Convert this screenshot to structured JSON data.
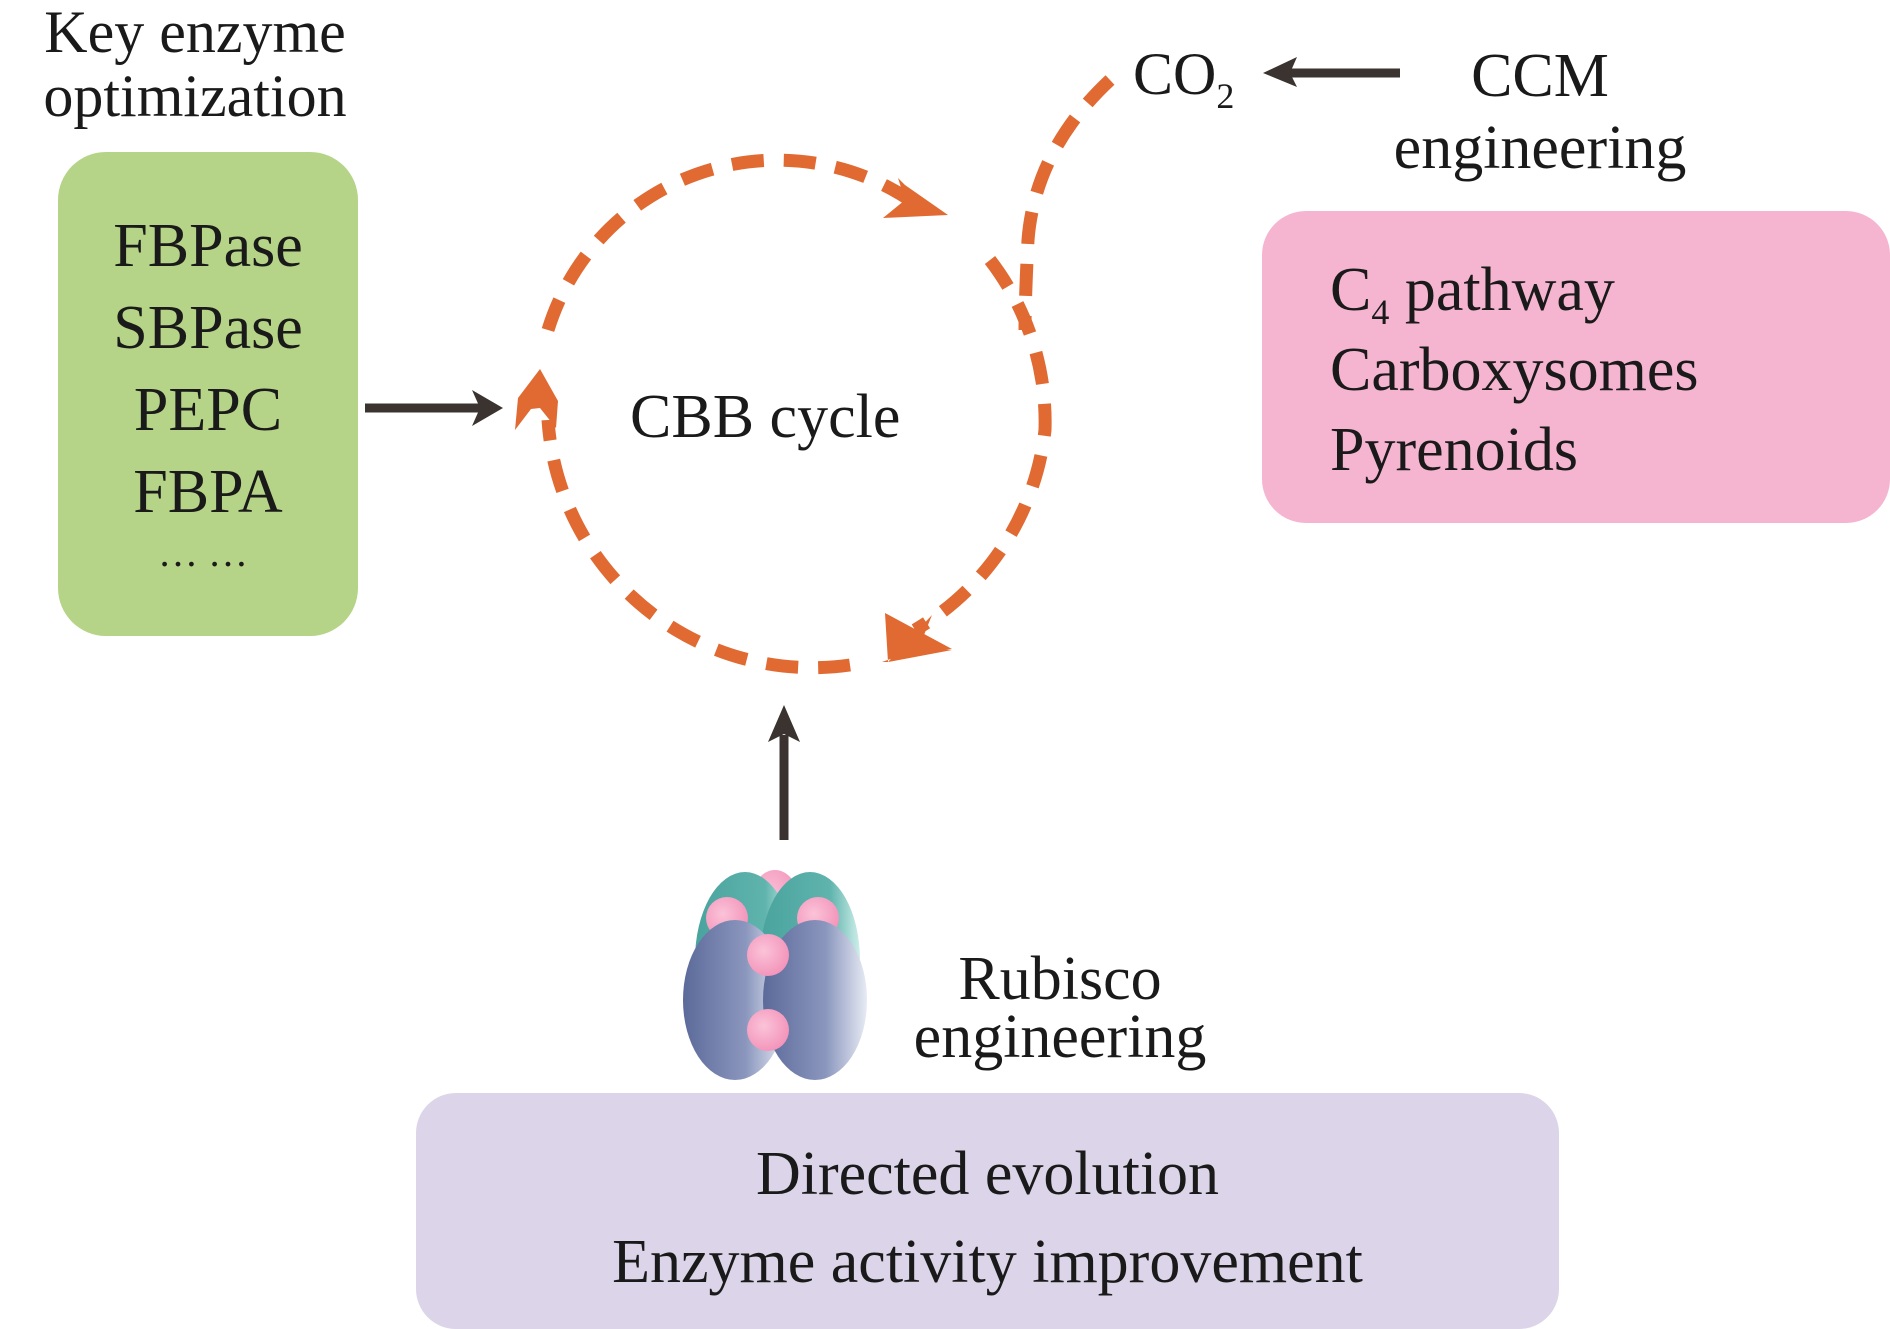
{
  "diagram": {
    "center_label": "CBB cycle",
    "key_enzyme": {
      "title_line1": "Key enzyme",
      "title_line2": "optimization",
      "items": [
        "FBPase",
        "SBPase",
        "PEPC",
        "FBPA"
      ],
      "ellipsis": "……",
      "color": "#b5d487"
    },
    "ccm": {
      "title_line1": "CCM",
      "title_line2": "engineering",
      "co2_main": "CO",
      "co2_sub": "2",
      "items": [
        {
          "main": "C",
          "sub": "4",
          "rest": " pathway"
        },
        {
          "main": "Carboxysomes"
        },
        {
          "main": "Pyrenoids"
        }
      ],
      "color": "#f5b5d0"
    },
    "rubisco": {
      "title_line1": "Rubisco",
      "title_line2": "engineering",
      "items": [
        "Directed evolution",
        "Enzyme activity improvement"
      ],
      "color": "#dcd4e8",
      "icon": "rubisco-protein-icon"
    },
    "colors": {
      "cycle_arrow": "#e06a32",
      "black_arrow": "#3a3330"
    }
  }
}
